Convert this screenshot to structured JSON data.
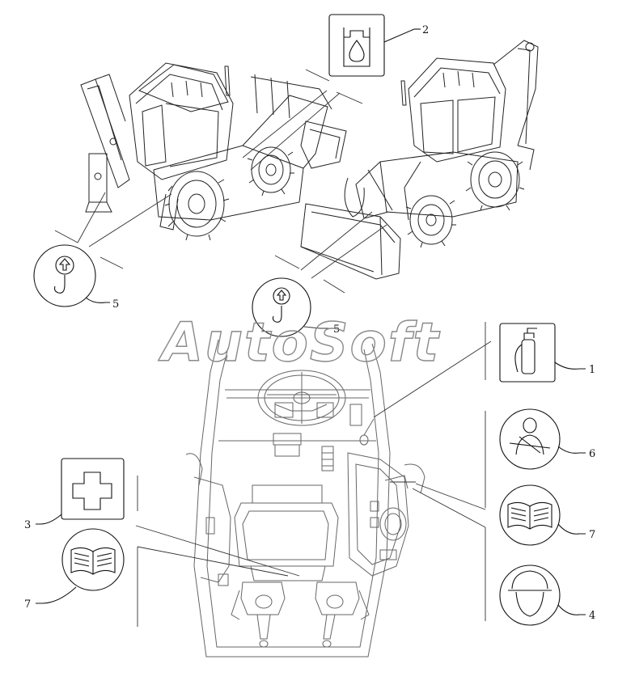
{
  "watermark": {
    "text": "AutoSoft"
  },
  "callouts": {
    "label_1": "1",
    "label_2": "2",
    "label_3": "3",
    "label_4": "4",
    "label_5_left": "5",
    "label_5_center": "5",
    "label_6": "6",
    "label_7_left": "7",
    "label_7_right": "7"
  },
  "decals": [
    {
      "id": "hydraulic-oil",
      "icon": "oil-drop-icon"
    },
    {
      "id": "fire-extinguisher",
      "icon": "fire-extinguisher-icon"
    },
    {
      "id": "first-aid",
      "icon": "first-aid-cross-icon"
    },
    {
      "id": "lift-point",
      "icon": "lifting-hook-icon"
    },
    {
      "id": "seat-belt",
      "icon": "seat-belt-icon"
    },
    {
      "id": "operator-manual",
      "icon": "manual-book-icon"
    },
    {
      "id": "hard-hat",
      "icon": "hard-hat-icon"
    }
  ]
}
